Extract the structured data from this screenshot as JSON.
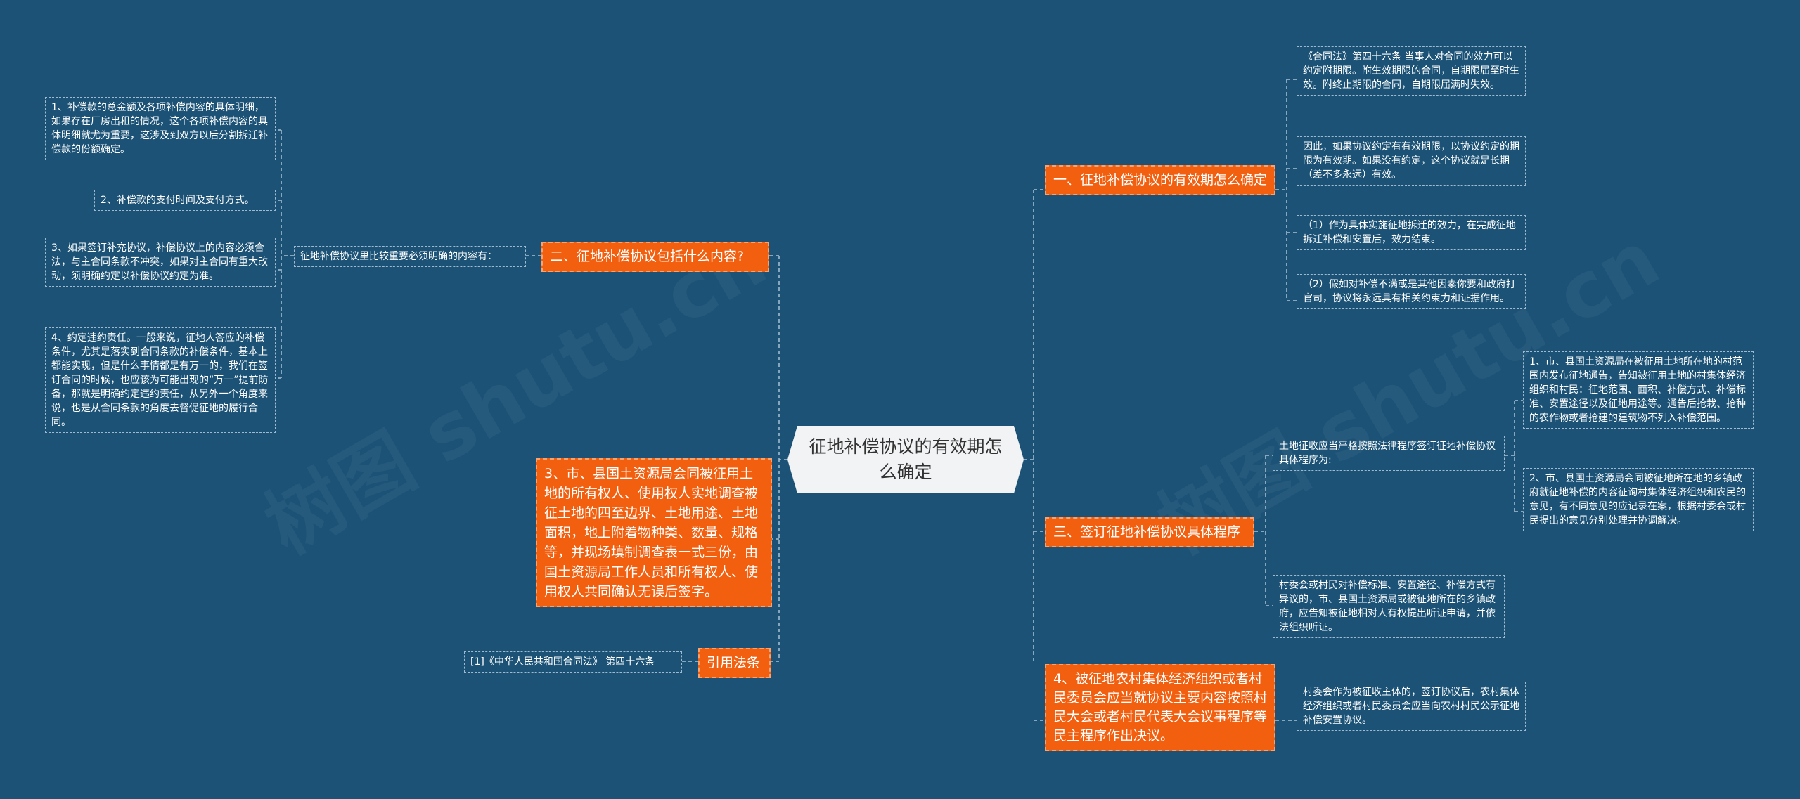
{
  "root": {
    "label": "征地补偿协议的有效期怎么确定"
  },
  "branches": [
    {
      "label": "一、征地补偿协议的有效期怎么确定"
    },
    {
      "label": "二、征地补偿协议包括什么内容?"
    },
    {
      "label": "三、签订征地补偿协议具体程序"
    },
    {
      "label": "3、市、县国土资源局会同被征用土地的所有权人、使用权人实地调查被征土地的四至边界、土地用途、土地面积，地上附着物种类、数量、规格等，并现场填制调查表一式三份，由国土资源局工作人员和所有权人、使用权人共同确认无误后签字。"
    },
    {
      "label": "4、被征地农村集体经济组织或者村民委员会应当就协议主要内容按照村民大会或者村民代表大会议事程序等民主程序作出决议。"
    },
    {
      "label": "引用法条"
    }
  ],
  "leaves": {
    "b1_1": "《合同法》第四十六条 当事人对合同的效力可以约定附期限。附生效期限的合同，自期限届至时生效。附终止期限的合同，自期限届满时失效。",
    "b1_2": "因此，如果协议约定有有效期限，以协议约定的期限为有效期。如果没有约定，这个协议就是长期（差不多永远）有效。",
    "b1_3": "（1）作为具体实施征地拆迁的效力，在完成征地拆迁补偿和安置后，效力结束。",
    "b1_4": "（2）假如对补偿不满或是其他因素你要和政府打官司，协议将永远具有相关约束力和证据作用。",
    "b2_mid": "征地补偿协议里比较重要必须明确的内容有：",
    "b2_1": "1、补偿款的总金额及各项补偿内容的具体明细，如果存在厂房出租的情况，这个各项补偿内容的具体明细就尤为重要，这涉及到双方以后分割拆迁补偿款的份额确定。",
    "b2_2": "2、补偿款的支付时间及支付方式。",
    "b2_3": "3、如果签订补充协议，补偿协议上的内容必须合法，与主合同条款不冲突，如果对主合同有重大改动，须明确约定以补偿协议约定为准。",
    "b2_4": "4、约定违约责任。一般来说，征地人答应的补偿条件，尤其是落实到合同条款的补偿条件，基本上都能实现，但是什么事情都是有万一的，我们在签订合同的时候，也应该为可能出现的“万一”提前防备，那就是明确约定违约责任，从另外一个角度来说，也是从合同条款的角度去督促征地的履行合同。",
    "b3_mid": "土地征收应当严格按照法律程序签订征地补偿协议具体程序为:",
    "b3_1": "1、市、县国土资源局在被征用土地所在地的村范围内发布征地通告，告知被征用土地的村集体经济组织和村民：征地范围、面积、补偿方式、补偿标准、安置途径以及征地用途等。通告后抢栽、抢种的农作物或者抢建的建筑物不列入补偿范围。",
    "b3_2": "2、市、县国土资源局会同被征地所在地的乡镇政府就征地补偿的内容征询村集体经济组织和农民的意见，有不同意见的应记录在案，根据村委会或村民提出的意见分别处理并协调解决。",
    "b3_3": "村委会或村民对补偿标准、安置途径、补偿方式有异议的，市、县国土资源局或被征地所在的乡镇政府，应告知被征地相对人有权提出听证申请，并依法组织听证。",
    "b5_1": "村委会作为被征收主体的，签订协议后，农村集体经济组织或者村民委员会应当向农村村民公示征地补偿安置协议。",
    "b6_1": "[1]《中华人民共和国合同法》 第四十六条"
  },
  "watermark": "树图 shutu.cn",
  "colors": {
    "background": "#1b5276",
    "branch": "#f25f0f",
    "root": "#f2f3f4",
    "line": "#a9c2d6"
  }
}
